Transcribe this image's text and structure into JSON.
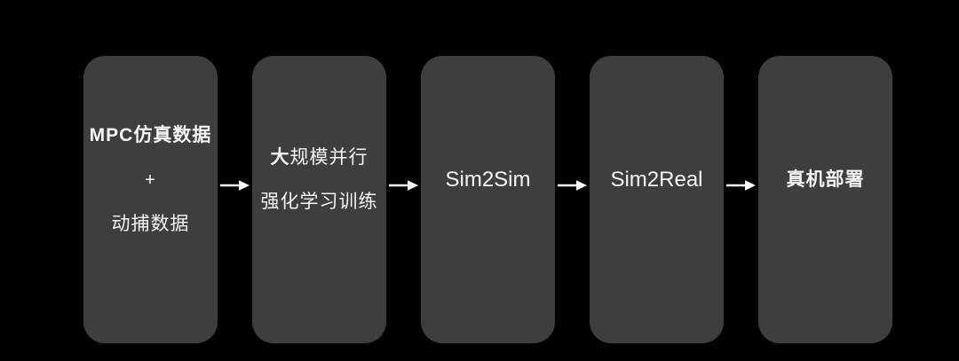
{
  "colors": {
    "background": "#000000",
    "box": "#3e3e3e",
    "text": "#f5f5f5",
    "arrow": "#ffffff"
  },
  "flow": {
    "boxes": [
      {
        "line1": "MPC仿真数据",
        "line2": "+",
        "line3": "动捕数据"
      },
      {
        "line1_bold": "大",
        "line1_rest": "规模并行",
        "line2": "强化学习训练"
      },
      {
        "label": "Sim2Sim"
      },
      {
        "label": "Sim2Real"
      },
      {
        "label": "真机部署"
      }
    ],
    "arrow_icon": "right-arrow"
  }
}
